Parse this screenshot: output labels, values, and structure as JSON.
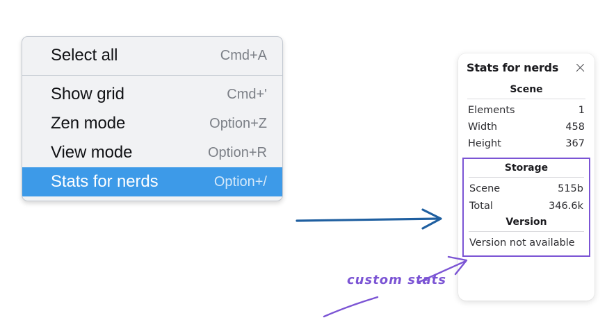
{
  "menu": {
    "groups": [
      {
        "items": [
          {
            "label": "Select all",
            "shortcut": "Cmd+A",
            "selected": false
          }
        ]
      },
      {
        "items": [
          {
            "label": "Show grid",
            "shortcut": "Cmd+'",
            "selected": false
          },
          {
            "label": "Zen mode",
            "shortcut": "Option+Z",
            "selected": false
          },
          {
            "label": "View mode",
            "shortcut": "Option+R",
            "selected": false
          },
          {
            "label": "Stats for nerds",
            "shortcut": "Option+/",
            "selected": true
          }
        ]
      }
    ],
    "items": {
      "select_all": {
        "label": "Select all",
        "shortcut": "Cmd+A"
      },
      "show_grid": {
        "label": "Show grid",
        "shortcut": "Cmd+'"
      },
      "zen_mode": {
        "label": "Zen mode",
        "shortcut": "Option+Z"
      },
      "view_mode": {
        "label": "View mode",
        "shortcut": "Option+R"
      },
      "stats_for_nerds": {
        "label": "Stats for nerds",
        "shortcut": "Option+/"
      }
    },
    "highlight_color": "#3d9ae8"
  },
  "stats_panel": {
    "title": "Stats for nerds",
    "close_icon": "close-icon",
    "sections": {
      "scene": {
        "heading": "Scene",
        "rows": [
          {
            "key": "Elements",
            "value": "1"
          },
          {
            "key": "Width",
            "value": "458"
          },
          {
            "key": "Height",
            "value": "367"
          }
        ]
      },
      "storage": {
        "heading": "Storage",
        "rows": [
          {
            "key": "Scene",
            "value": "515b"
          },
          {
            "key": "Total",
            "value": "346.6k"
          }
        ]
      },
      "version": {
        "heading": "Version",
        "text": "Version not available"
      }
    },
    "custom_box_color": "#7b54d4"
  },
  "annotations": {
    "custom_stats_label": "custom stats",
    "arrow_color_blue": "#1f5fa0",
    "arrow_color_purple": "#7b54d4"
  }
}
